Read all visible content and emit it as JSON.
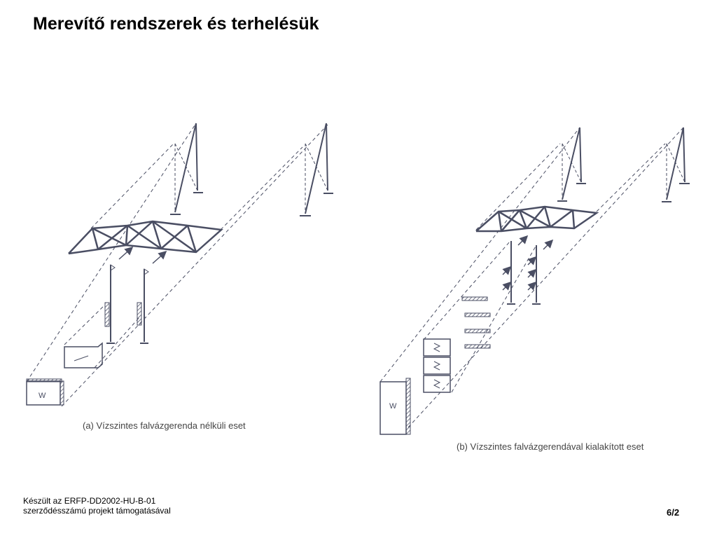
{
  "title": "Merevítő rendszerek és terhelésük",
  "diagram": {
    "caption_a": "(a) Vízszintes falvázgerenda nélküli eset",
    "caption_b": "(b) Vízszintes falvázgerendával kialakított eset",
    "load_symbol": "W"
  },
  "footer": {
    "line1": "Készült az ERFP-DD2002-HU-B-01",
    "line2": "szerződésszámú projekt támogatásával",
    "page": "6/2"
  },
  "colors": {
    "drawing": "#4a4e63",
    "text": "#000000"
  }
}
